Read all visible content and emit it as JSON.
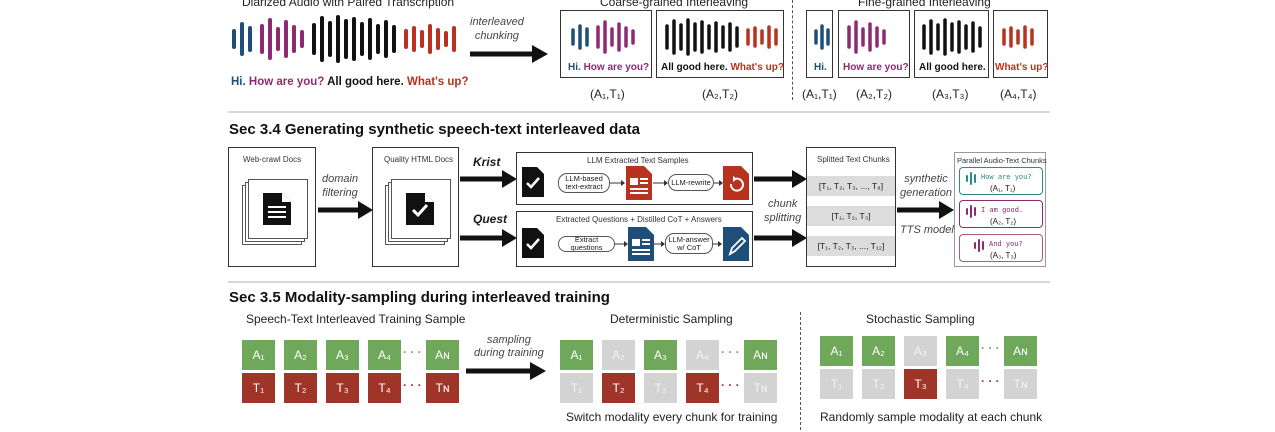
{
  "colors": {
    "blue": "#1f4e79",
    "purple": "#8e2a73",
    "black": "#111111",
    "red": "#b8321f",
    "green": "#6fa85b",
    "dark_red": "#9f3429",
    "gray": "#d3d3d3",
    "teal": "#2a8a86"
  },
  "top": {
    "diarized_title": "Diarized Audio with Paired Transcription",
    "transcript": [
      "Hi.",
      "How are you?",
      "All good here.",
      "What's up?"
    ],
    "arrow_label": "interleaved\nchunking",
    "coarse_title": "Coarse-grained Interleaving",
    "fine_title": "Fine-grained Interleaving",
    "coarse_chunks": [
      {
        "text1": "Hi.",
        "text2": "How are you?",
        "label": "(A₁,T₁)"
      },
      {
        "text1": "All good here.",
        "text2": "What's up?",
        "label": "(A₂,T₂)"
      }
    ],
    "fine_chunks": [
      {
        "text": "Hi.",
        "label": "(A₁,T₁)"
      },
      {
        "text": "How are you?",
        "label": "(A₂,T₂)"
      },
      {
        "text": "All good here.",
        "label": "(A₃,T₃)"
      },
      {
        "text": "What's up?",
        "label": "(A₄,T₄)"
      }
    ]
  },
  "sec34": {
    "title": "Sec 3.4 Generating synthetic speech-text interleaved data",
    "web_docs": "Web-crawl Docs",
    "domain_filtering": "domain\nfiltering",
    "quality_docs": "Quality HTML Docs",
    "krist": "Krist",
    "quest": "Quest",
    "llm_extracted": "LLM Extracted Text Samples",
    "llm_based": "LLM-based\ntext-extract",
    "llm_rewrite": "LLM-rewrite",
    "extracted_q": "Extracted Questions + Distilled CoT + Answers",
    "extract_questions": "Extract questions",
    "llm_answer": "LLM-answer\nw/ CoT",
    "splitted": "Splitted Text Chunks",
    "chunk_rows": [
      "[T₁, T₂, T₃, ..., T₈]",
      "[T₁, T₂, T₃]",
      "[T₁, T₂, T₃, ..., T₁₂]"
    ],
    "chunk_splitting": "chunk\nsplitting",
    "synthetic_generation": "synthetic\ngeneration",
    "tts_model": "TTS model",
    "parallel_title": "Parallel Audio-Text Chunks",
    "parallel": [
      {
        "text": "How are you?",
        "label": "(A₁, T₁)"
      },
      {
        "text": "I am good.",
        "label": "(A₂, T₂)"
      },
      {
        "text": "And you?",
        "label": "(A₃, T₃)"
      }
    ]
  },
  "sec35": {
    "title": "Sec 3.5 Modality-sampling during interleaved training",
    "sample_title": "Speech-Text Interleaved Training Sample",
    "arrow_label": "sampling\nduring training",
    "det_title": "Deterministic Sampling",
    "det_caption": "Switch modality every chunk for training",
    "sto_title": "Stochastic Sampling",
    "sto_caption": "Randomly sample modality at each chunk",
    "a_labels": [
      "A₁",
      "A₂",
      "A₃",
      "A₄",
      "Aɴ"
    ],
    "t_labels": [
      "T₁",
      "T₂",
      "T₃",
      "T₄",
      "Tɴ"
    ],
    "dots": "· · ·"
  }
}
